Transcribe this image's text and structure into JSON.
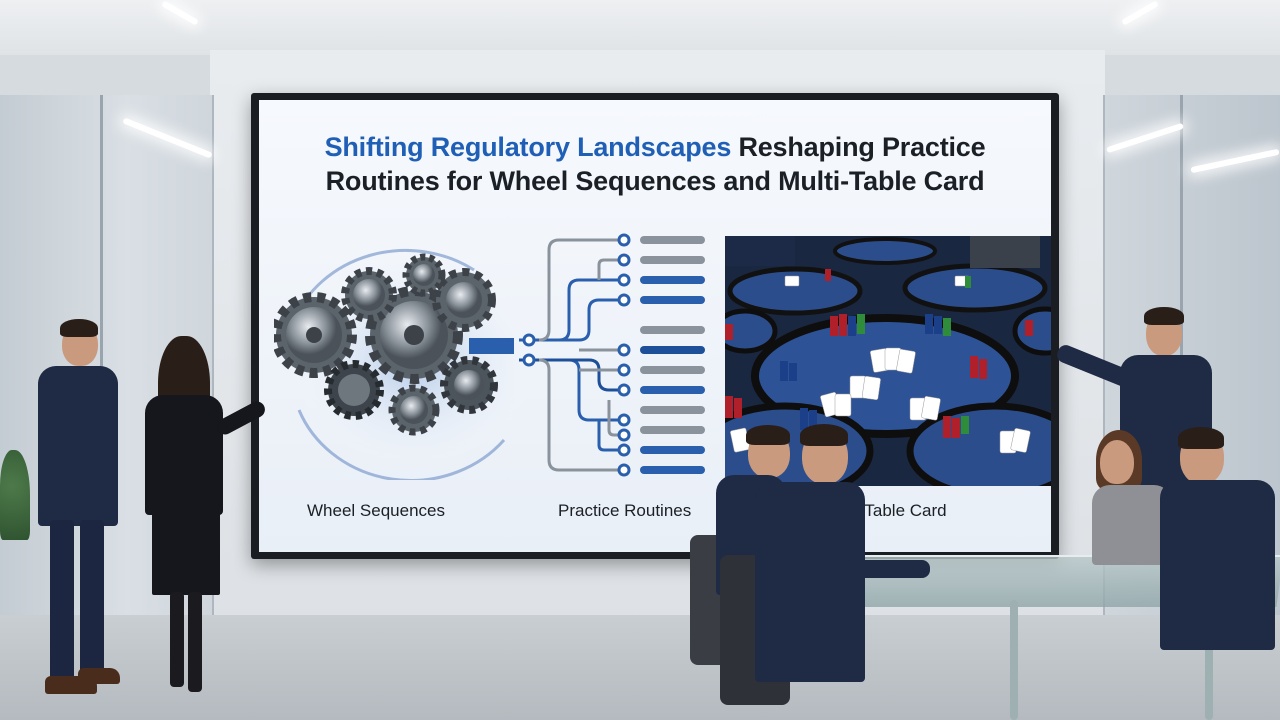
{
  "slide": {
    "title_highlight": "Shifting Regulatory Landscapes",
    "title_rest": " Reshaping Practice",
    "title_line2": "Routines for Wheel Sequences and Multi-Table Card",
    "captions": {
      "wheel": "Wheel Sequences",
      "practice": "Practice Routines",
      "multi_table": "ulti-Table Card"
    }
  },
  "colors": {
    "title_accent": "#1f5fb5",
    "route_blue": "#2a5fad",
    "route_gray": "#8a939c",
    "felt": "#2c4d8c"
  },
  "icons": [
    "gears-illustration",
    "branching-routes-diagram",
    "card-tables-photo"
  ]
}
